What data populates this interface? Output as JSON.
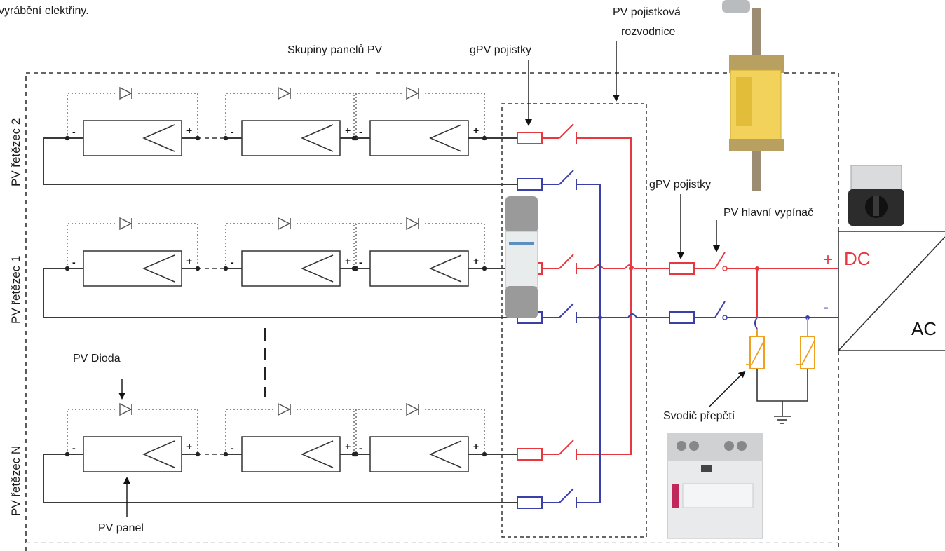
{
  "header": {
    "intro_fragment": "vyrábění elektřiny."
  },
  "labels": {
    "panel_groups": "Skupiny panelů PV",
    "gpv_fuses_top": "gPV pojistky",
    "fuse_box_line1": "PV pojistková",
    "fuse_box_line2": "rozvodnice",
    "gpv_fuses_right": "gPV pojistky",
    "main_switch": "PV hlavní vypínač",
    "pv_diode": "PV Dioda",
    "pv_panel": "PV panel",
    "surge_arrester": "Svodič přepětí"
  },
  "strings": [
    {
      "label": "PV řetězec 2"
    },
    {
      "label": "PV řetězec 1"
    },
    {
      "label": "PV řetězec N"
    }
  ],
  "polarity": {
    "plus": "+",
    "minus": "-"
  },
  "inverter": {
    "dc_label": "DC",
    "ac_label": "AC",
    "plus": "+",
    "minus": "-"
  },
  "colors": {
    "positive_line": "#e8383f",
    "negative_line": "#3b3fa8",
    "surge_arrester": "#f0a020",
    "frame": "#333333"
  },
  "icons": [
    "fuse-icon",
    "diode-icon",
    "pv-panel-icon",
    "switch-icon",
    "ground-icon",
    "varistor-icon",
    "inverter-icon"
  ]
}
